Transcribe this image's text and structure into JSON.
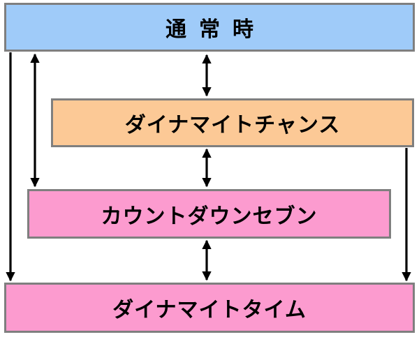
{
  "boxes": {
    "normal": {
      "label": "通常時",
      "fill": "#9fcbf9"
    },
    "chance": {
      "label": "ダイナマイトチャンス",
      "fill": "#fcc996"
    },
    "countdown": {
      "label": "カウントダウンセブン",
      "fill": "#fc9bcf"
    },
    "time": {
      "label": "ダイナマイトタイム",
      "fill": "#fc9bcf"
    }
  },
  "colors": {
    "border": "#7f7f7f",
    "arrow": "#000000"
  },
  "arrows": [
    {
      "name": "arrow-normal-to-time",
      "from": "normal",
      "to": "time",
      "direction": "one-way"
    },
    {
      "name": "arrow-normal-countdown",
      "from": "normal",
      "to": "countdown",
      "direction": "two-way"
    },
    {
      "name": "arrow-normal-chance",
      "from": "normal",
      "to": "chance",
      "direction": "two-way"
    },
    {
      "name": "arrow-chance-countdown",
      "from": "chance",
      "to": "countdown",
      "direction": "two-way"
    },
    {
      "name": "arrow-countdown-time",
      "from": "countdown",
      "to": "time",
      "direction": "two-way"
    },
    {
      "name": "arrow-chance-to-time",
      "from": "chance",
      "to": "time",
      "direction": "one-way"
    }
  ]
}
